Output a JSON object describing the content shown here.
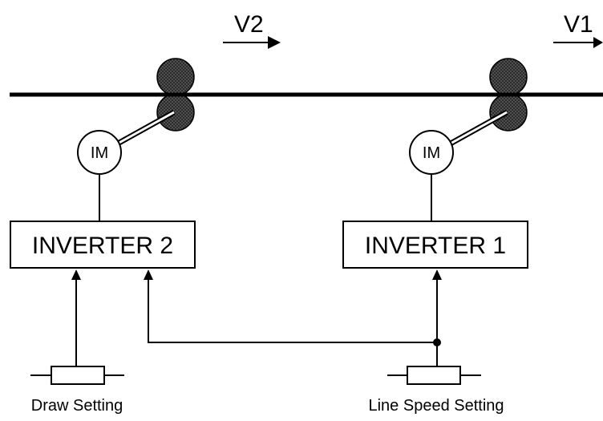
{
  "velocities": {
    "v2": "V2",
    "v1": "V1"
  },
  "motors": {
    "motor_2": "IM",
    "motor_1": "IM"
  },
  "inverters": {
    "inverter_2": "INVERTER 2",
    "inverter_1": "INVERTER 1"
  },
  "settings": {
    "draw": "Draw Setting",
    "line_speed": "Line Speed Setting"
  },
  "colors": {
    "line": "#000000",
    "roller": "#2b2b2b",
    "background": "#ffffff"
  }
}
